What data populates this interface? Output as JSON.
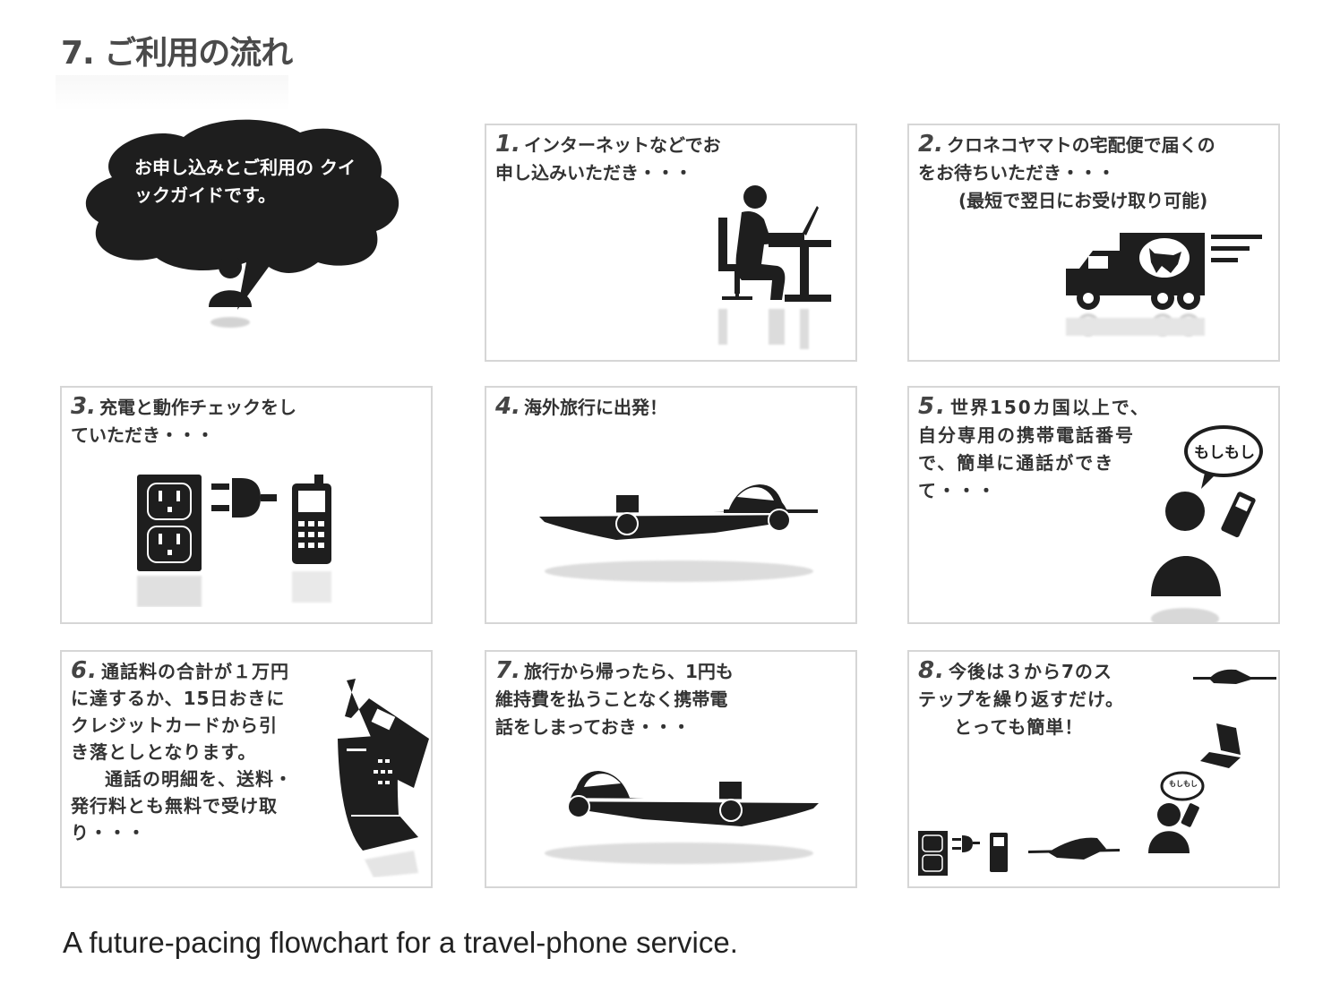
{
  "page": {
    "title": "7. ご利用の流れ",
    "caption": "A future-pacing flowchart for a travel-phone service."
  },
  "intro": {
    "bubble_lines": [
      "お申し込みとご利用の",
      "クイックガイドです。"
    ],
    "icon": "thinking-person-icon"
  },
  "steps": [
    {
      "number": "1.",
      "lines": [
        "インターネットなどでお",
        "申し込みいただき・・・"
      ],
      "icon": "person-at-computer-desk-icon"
    },
    {
      "number": "2.",
      "lines": [
        "クロネコヤマトの宅配便で届くの",
        "をお待ちいただき・・・",
        "(最短で翌日にお受け取り可能)"
      ],
      "icon": "delivery-truck-icon"
    },
    {
      "number": "3.",
      "lines": [
        "充電と動作チェックをし",
        "ていただき・・・"
      ],
      "icon": "outlet-plug-phone-icon"
    },
    {
      "number": "4.",
      "lines": [
        "海外旅行に出発！"
      ],
      "icon": "airplane-icon"
    },
    {
      "number": "5.",
      "lines": [
        "世界150カ国以上で、",
        "自分専用の携帯電話番号",
        "で、簡単に通話ができ",
        "て・・・"
      ],
      "icon": "person-calling-icon",
      "speech": "もしもし"
    },
    {
      "number": "6.",
      "lines": [
        "通話料の合計が１万円",
        "に達するか、15日おきに",
        "クレジットカードから引",
        "き落としとなります。",
        "通話の明細を、送料・",
        "発行料とも無料で受け取",
        "り・・・"
      ],
      "icon": "bill-and-phone-icon"
    },
    {
      "number": "7.",
      "lines": [
        "旅行から帰ったら、1円も",
        "維持費を払うことなく携帯電",
        "話をしまっておき・・・"
      ],
      "icon": "airplane-return-icon"
    },
    {
      "number": "8.",
      "lines": [
        "今後は３から7のス",
        "テップを繰り返すだけ。",
        "とっても簡単！"
      ],
      "icon": "repeat-cycle-icons",
      "speech": "もしもし"
    }
  ],
  "colors": {
    "ink": "#1e1e1e",
    "border": "#d6d6d6",
    "title": "#4a4a4a"
  }
}
